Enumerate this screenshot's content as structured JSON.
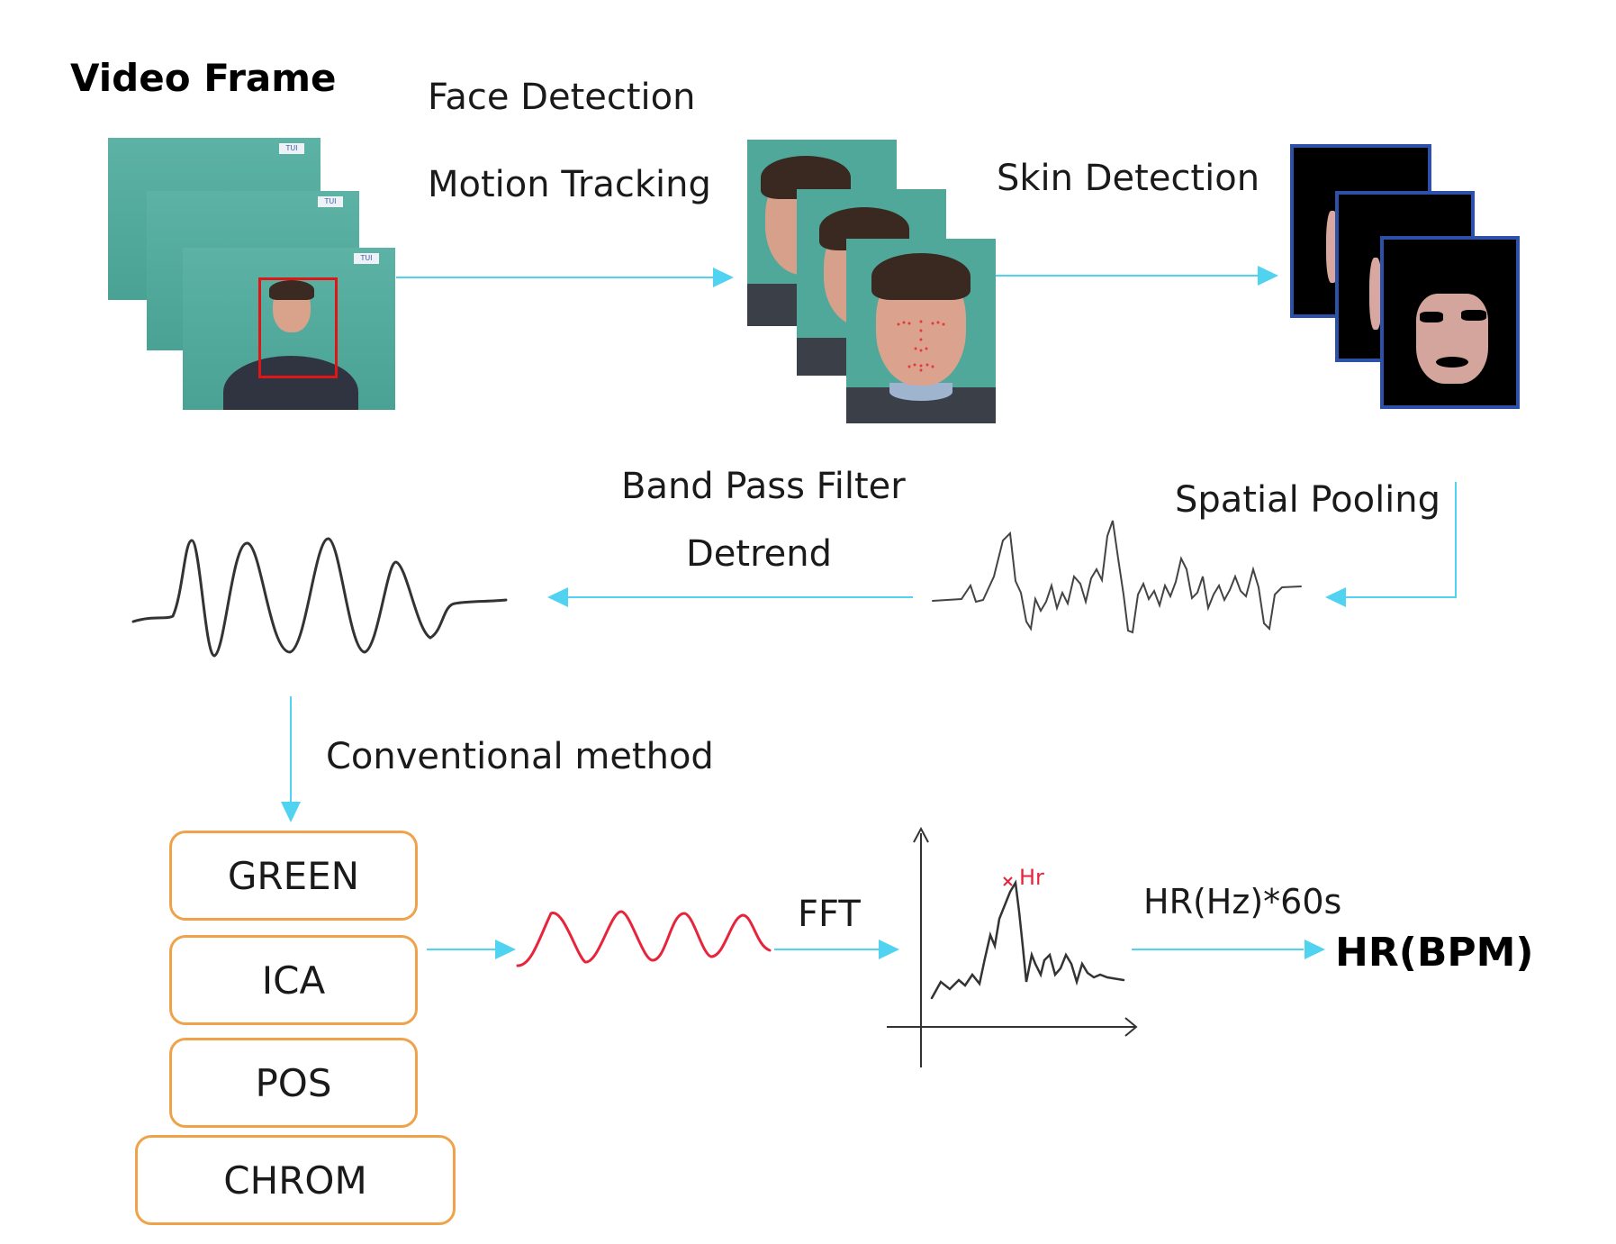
{
  "labels": {
    "video_frame": "Video Frame",
    "face_detection": "Face Detection",
    "motion_tracking": "Motion Tracking",
    "skin_detection": "Skin Detection",
    "band_pass_filter": "Band Pass Filter",
    "detrend": "Detrend",
    "spatial_pooling": "Spatial Pooling",
    "conventional_method": "Conventional method",
    "fft": "FFT",
    "hr_formula": "HR(Hz)*60s",
    "hr_bpm": "HR(BPM)",
    "hr_peak_mark": "Hr"
  },
  "methods": [
    "GREEN",
    "ICA",
    "POS",
    "CHROM"
  ],
  "colors": {
    "arrow": "#4fd3f0",
    "method_border": "#f0a24a",
    "face_box": "#e01515",
    "mask_border": "#2d50a8",
    "red_signal": "#e8243c",
    "signal": "#333333",
    "background_teal": "#52ab9d"
  },
  "icons": {
    "badge": "tui-badge"
  },
  "badge_text": "TUI"
}
